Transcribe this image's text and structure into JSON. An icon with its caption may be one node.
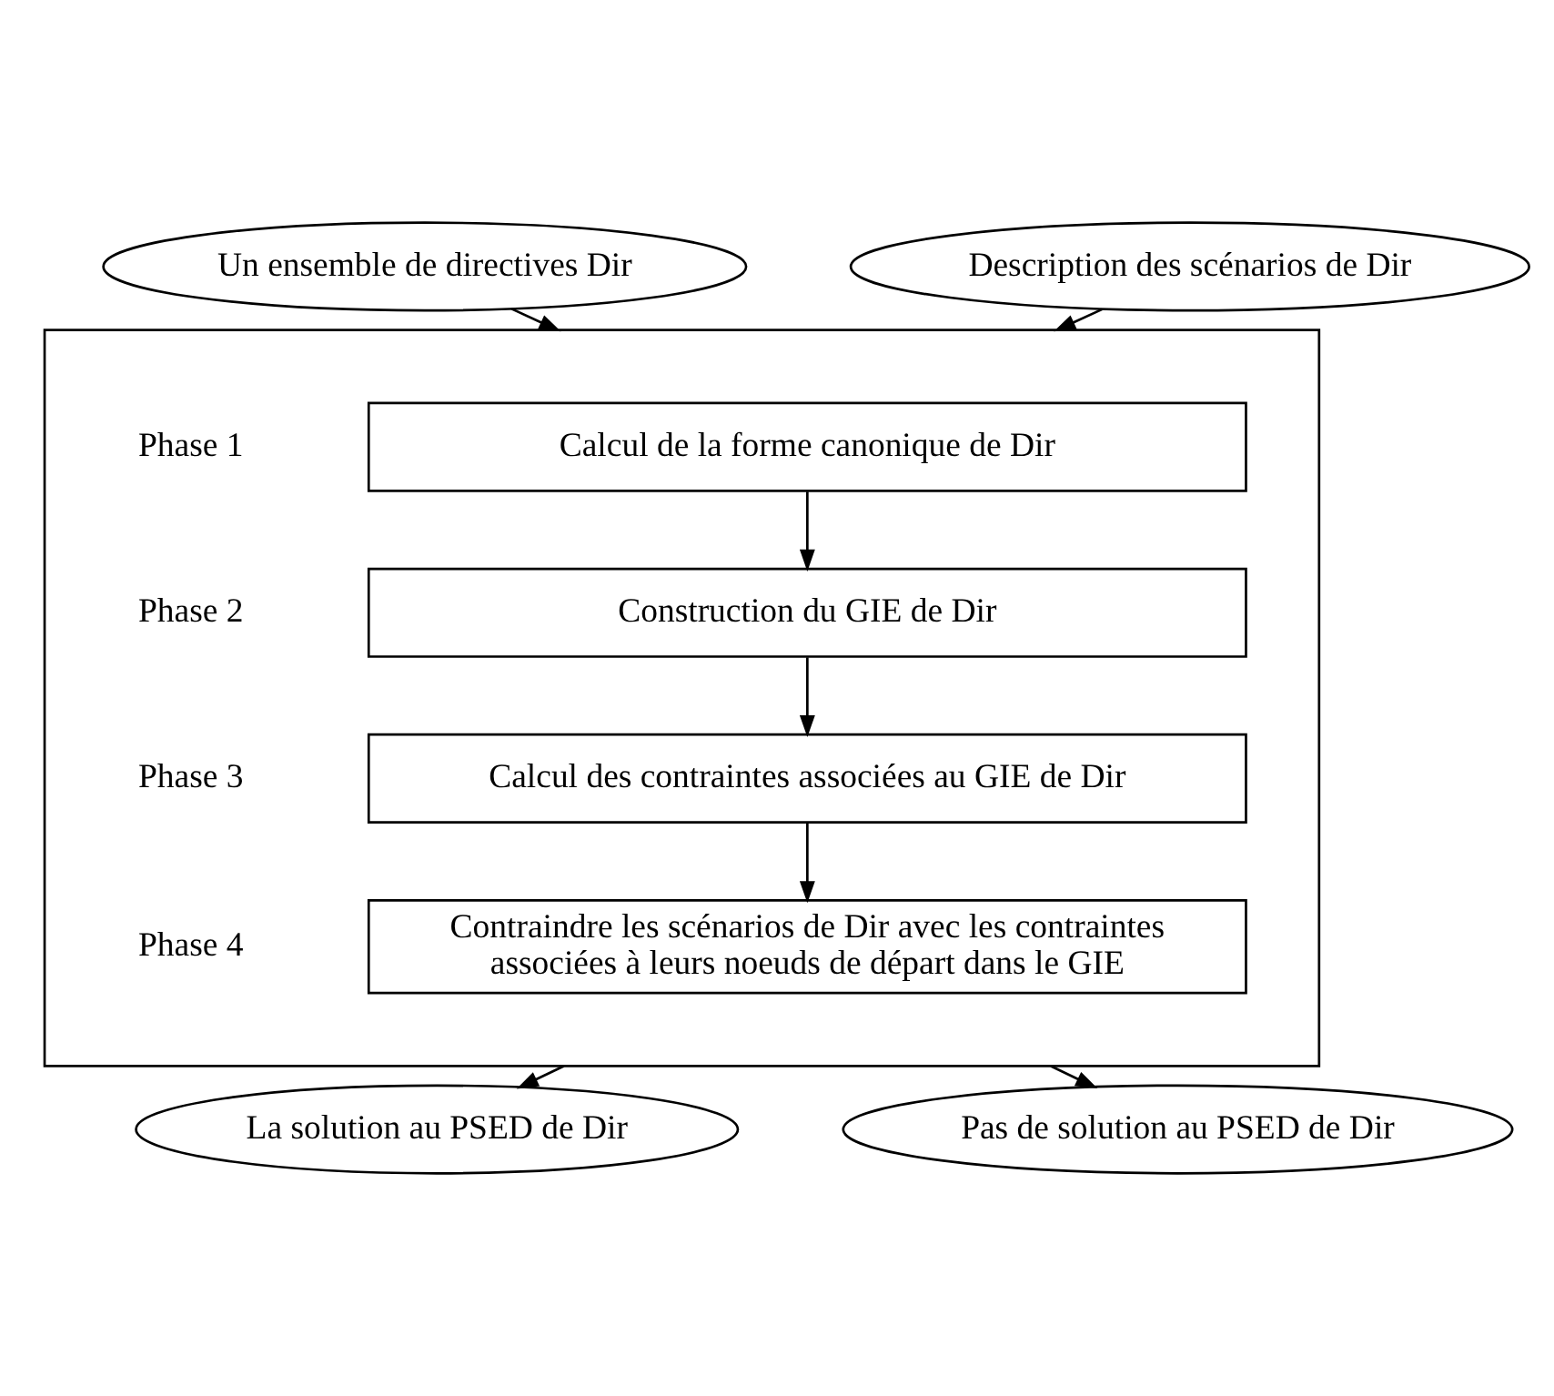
{
  "diagram": {
    "nodes": [
      {
        "text": [
          "Un ensemble de directives Dir"
        ]
      },
      {
        "text": [
          "Description des scénarios de Dir"
        ]
      },
      {
        "text": [],
        "shape": "box"
      },
      {
        "text": [
          "Calcul de la forme canonique de Dir"
        ],
        "in": 2,
        "beside": [
          "Phase 1"
        ]
      },
      {
        "text": [
          "Construction du GIE de Dir"
        ],
        "in": 2,
        "beside": [
          "Phase 2"
        ]
      },
      {
        "text": [
          "Calcul des contraintes associées au GIE de Dir"
        ],
        "in": 2,
        "beside": [
          "Phase 3"
        ]
      },
      {
        "text": [
          "Contraindre les scénarios de Dir avec les contraintes associées à leurs noeuds de départ dans le GIE"
        ],
        "in": 2,
        "beside": [
          "Phase 4"
        ]
      },
      {
        "text": [
          "La solution au PSED de Dir"
        ]
      },
      {
        "text": [
          "Pas de solution au PSED de Dir"
        ]
      }
    ],
    "edges": [
      {
        "from": 0,
        "to": 2,
        "arrow": "to"
      },
      {
        "from": 1,
        "to": 2,
        "arrow": "to"
      },
      {
        "from": 3,
        "to": 4,
        "arrow": "to"
      },
      {
        "from": 4,
        "to": 5,
        "arrow": "to"
      },
      {
        "from": 5,
        "to": 6,
        "arrow": "to"
      },
      {
        "from": 2,
        "to": 7,
        "arrow": "to"
      },
      {
        "from": 2,
        "to": 8,
        "arrow": "to"
      }
    ]
  }
}
